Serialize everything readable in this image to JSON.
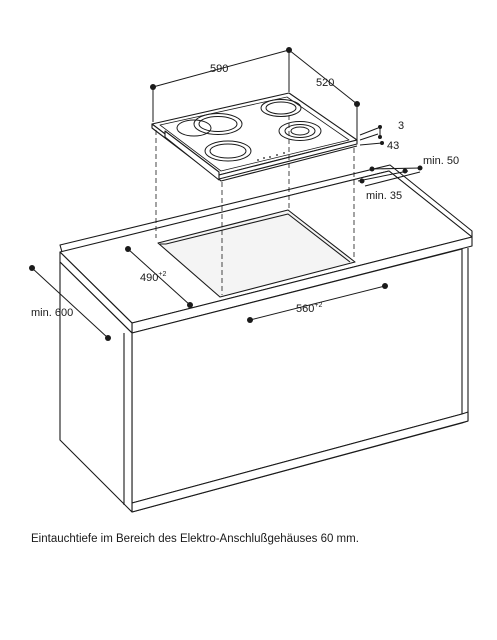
{
  "dimensions": {
    "hob_width": "590",
    "hob_depth": "520",
    "glass_thickness": "3",
    "hob_height": "43",
    "min_back_distance": "min. 50",
    "min_worktop_overhang": "min. 35",
    "cutout_depth": "490",
    "cutout_depth_tolerance": "+2",
    "cutout_width": "560",
    "cutout_width_tolerance": "+2",
    "worktop_depth": "min. 600"
  },
  "caption": "Eintauchtiefe im Bereich des Elektro-Anschlußgehäuses 60 mm.",
  "colors": {
    "line": "#1a1a1a",
    "cabinet_fill": "#ffffff",
    "hob_glass": "#ffffff"
  }
}
